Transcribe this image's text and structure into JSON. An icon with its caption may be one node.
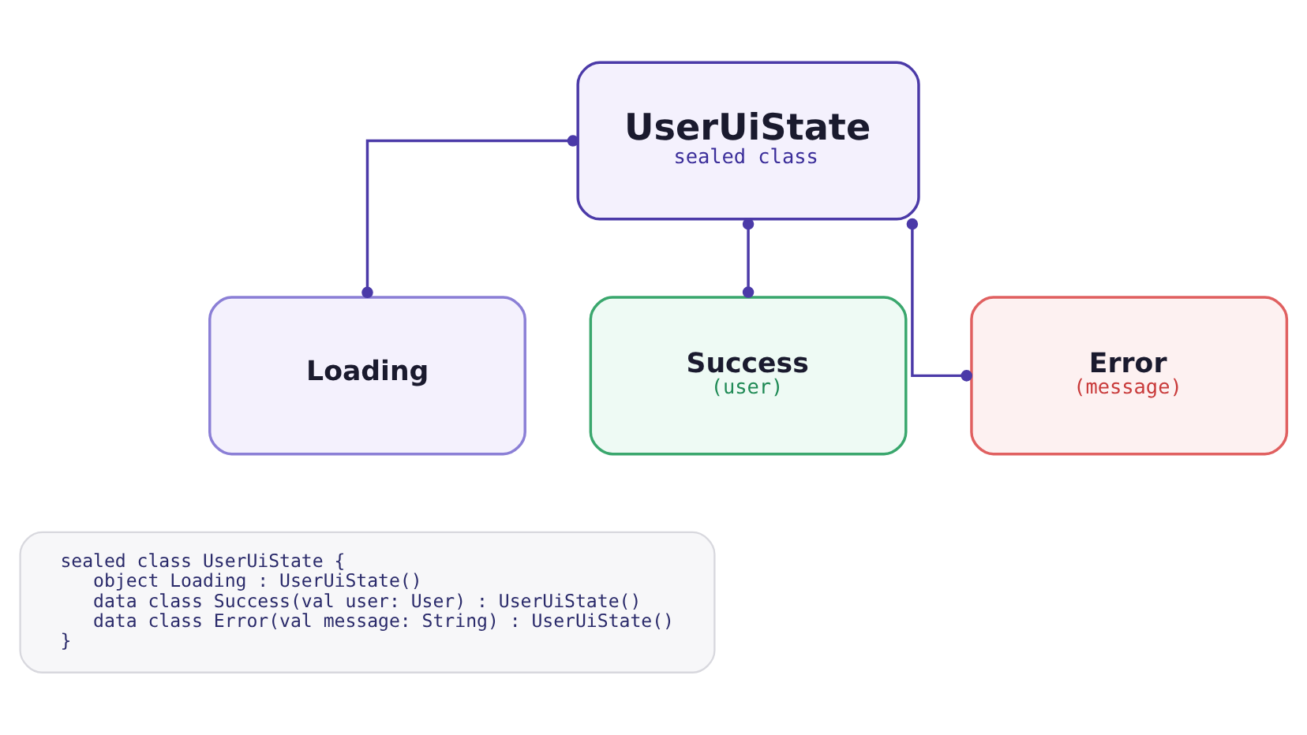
{
  "diagram": {
    "nodes": [
      {
        "text": [
          "UserUiState",
          "sealed class"
        ]
      },
      {
        "text": [
          "Loading"
        ]
      },
      {
        "text": [
          "Success",
          "(user)"
        ]
      },
      {
        "text": [
          "Error",
          "(message)"
        ]
      },
      {
        "text": [
          "sealed class UserUiState {",
          "object Loading : UserUiState()",
          "data class Success(val user: User) : UserUiState()",
          "data class Error(val message: String) : UserUiState()",
          "}"
        ]
      }
    ],
    "edges": [
      {
        "from": 0,
        "to": 1,
        "arrow": "other"
      },
      {
        "from": 0,
        "to": 2,
        "arrow": "other"
      },
      {
        "from": 0,
        "to": 3,
        "arrow": "other"
      }
    ]
  }
}
